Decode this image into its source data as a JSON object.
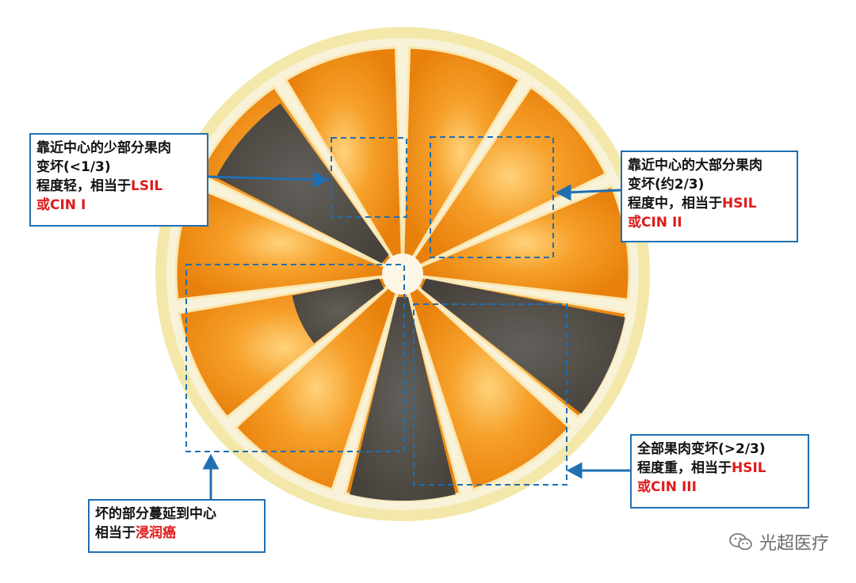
{
  "colors": {
    "accent": "#1f6fb2",
    "highlight": "#e01b1b",
    "rind": "#f2e7a6",
    "pith": "#f7f1d6",
    "pulp": "#f39a1a",
    "rot": "#4a4a4a"
  },
  "callouts": {
    "lsil": {
      "line1": "靠近中心的少部分果肉",
      "line2": "变坏(<1/3)",
      "line3": "程度轻，相当于",
      "term": "LSIL",
      "grade": "或CIN I"
    },
    "hsil2": {
      "line1": "靠近中心的大部分果肉",
      "line2": "变坏(约2/3)",
      "line3": "程度中，相当于",
      "term": "HSIL",
      "grade": "或CIN II"
    },
    "hsil3": {
      "line1": "全部果肉变坏(>2/3)",
      "line2": "程度重，相当于",
      "term": "HSIL",
      "grade": "或CIN III"
    },
    "invasive": {
      "line1": "坏的部分蔓延到中心",
      "line2": "相当于",
      "term": "浸润癌"
    }
  },
  "watermark": {
    "text": "光超医疗",
    "icon": "wechat-icon"
  }
}
